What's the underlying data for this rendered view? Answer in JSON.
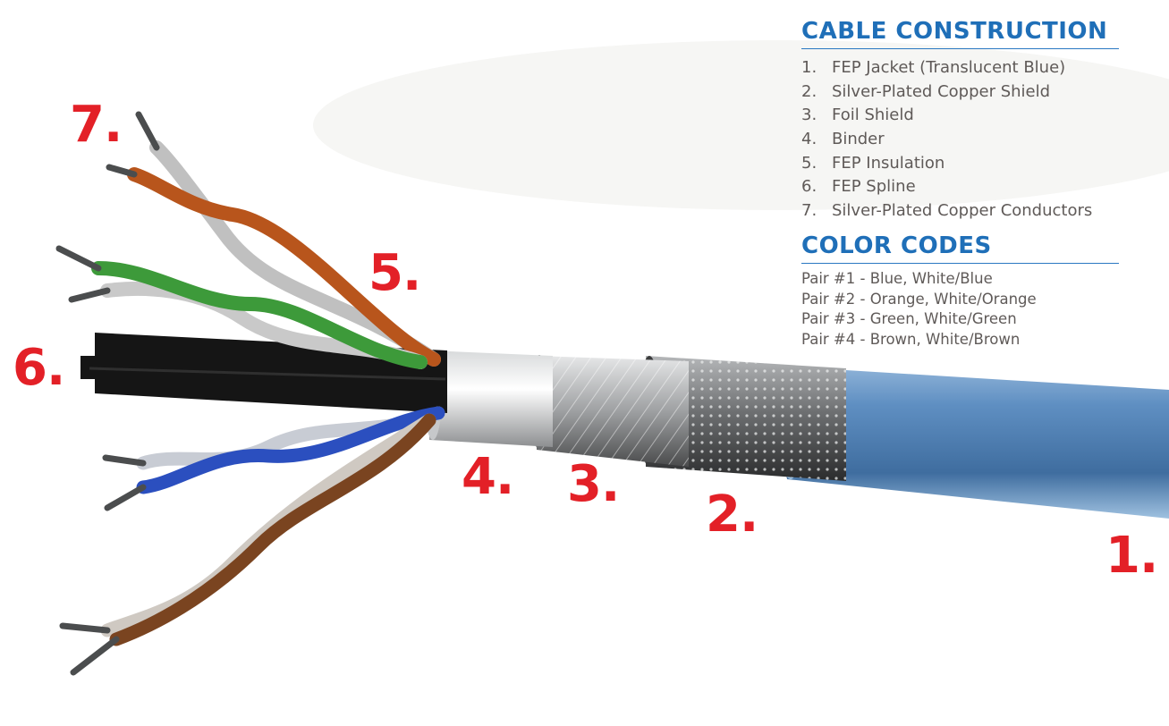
{
  "legend": {
    "construction_heading": "CABLE CONSTRUCTION",
    "construction_items": [
      {
        "number": "1.",
        "label": "FEP Jacket (Translucent Blue)"
      },
      {
        "number": "2.",
        "label": "Silver-Plated Copper Shield"
      },
      {
        "number": "3.",
        "label": "Foil Shield"
      },
      {
        "number": "4.",
        "label": "Binder"
      },
      {
        "number": "5.",
        "label": "FEP Insulation"
      },
      {
        "number": "6.",
        "label": "FEP Spline"
      },
      {
        "number": "7.",
        "label": "Silver-Plated Copper Conductors"
      }
    ],
    "color_heading": "COLOR CODES",
    "color_items": [
      "Pair #1 - Blue, White/Blue",
      "Pair #2 - Orange, White/Orange",
      "Pair #3 - Green, White/Green",
      "Pair #4 - Brown, White/Brown"
    ]
  },
  "callouts": {
    "c1": "1.",
    "c2": "2.",
    "c3": "3.",
    "c4": "4.",
    "c5": "5.",
    "c6": "6.",
    "c7": "7."
  },
  "colors": {
    "callout_red": "#e32027",
    "heading_blue": "#1f6fb8",
    "jacket_blue": "#4f7fb2",
    "pair1_blue": "#2b4fbf",
    "pair2_orange": "#b8551c",
    "pair3_green": "#3d9a3a",
    "pair4_brown": "#7a4420",
    "spline_black": "#151515"
  }
}
